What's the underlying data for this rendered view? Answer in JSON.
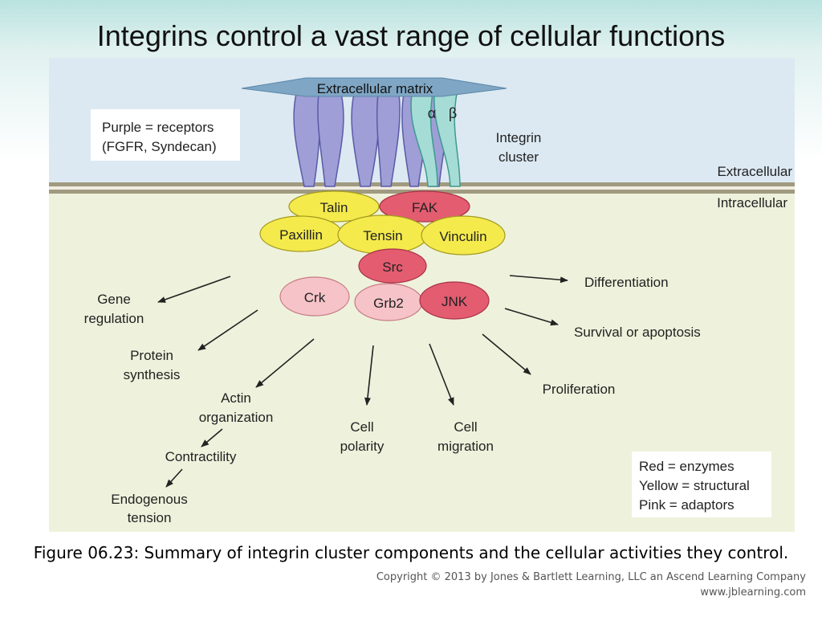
{
  "title": "Integrins control a vast range of cellular functions",
  "diagram": {
    "extracellular_matrix": "Extracellular matrix",
    "alpha": "α",
    "beta": "β",
    "integrin_cluster": [
      "Integrin",
      "cluster"
    ],
    "extracellular": "Extracellular",
    "intracellular": "Intracellular",
    "legend_receptors": [
      "Purple = receptors",
      "(FGFR, Syndecan)"
    ],
    "legend_types": [
      "Red = enzymes",
      "Yellow = structural",
      "Pink = adaptors"
    ],
    "proteins": {
      "talin": "Talin",
      "fak": "FAK",
      "paxillin": "Paxillin",
      "tensin": "Tensin",
      "vinculin": "Vinculin",
      "src": "Src",
      "crk": "Crk",
      "grb2": "Grb2",
      "jnk": "JNK"
    },
    "outcomes": {
      "gene_regulation": [
        "Gene",
        "regulation"
      ],
      "protein_synthesis": [
        "Protein",
        "synthesis"
      ],
      "actin_organization": [
        "Actin",
        "organization"
      ],
      "contractility": "Contractility",
      "endogenous_tension": [
        "Endogenous",
        "tension"
      ],
      "cell_polarity": [
        "Cell",
        "polarity"
      ],
      "cell_migration": [
        "Cell",
        "migration"
      ],
      "proliferation": "Proliferation",
      "survival_or_apoptosis": "Survival or apoptosis",
      "differentiation": "Differentiation"
    },
    "colors": {
      "extracellular_bg": "#dce9f2",
      "intracellular_bg": "#eef2dc",
      "membrane": "#a09a80",
      "receptor": "#9f9ed6",
      "integrin": "#a6dcd6",
      "structural": "#f4ea4c",
      "enzyme": "#e35c70",
      "adaptor": "#f5c3c8"
    }
  },
  "caption": "Figure 06.23: Summary of integrin cluster components and the cellular activities they control.",
  "copyright": [
    "Copyright © 2013 by Jones & Bartlett Learning, LLC an Ascend Learning Company",
    "www.jblearning.com"
  ]
}
